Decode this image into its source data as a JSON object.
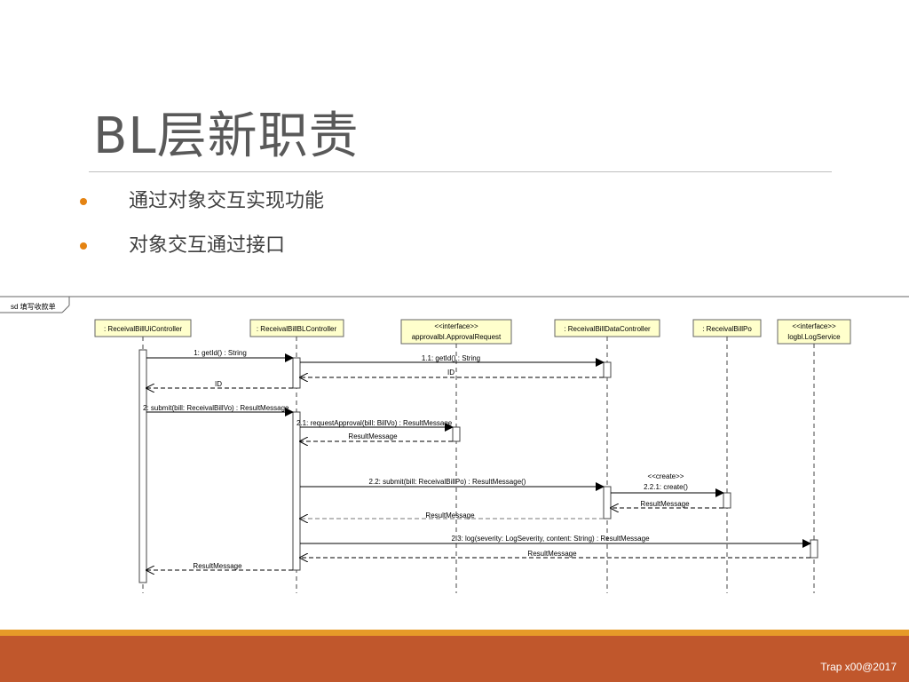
{
  "slide": {
    "title": "BL层新职责",
    "bullets": [
      "通过对象交互实现功能",
      "对象交互通过接口"
    ],
    "footer": "Trap x00@2017"
  },
  "diagram": {
    "frame_label": "sd 填写收款单",
    "lifelines": [
      {
        "id": "ui",
        "label": ": ReceivalBillUiController",
        "stereotype": ""
      },
      {
        "id": "bl",
        "label": ": ReceivalBillBLController",
        "stereotype": ""
      },
      {
        "id": "appr",
        "label": "approvalbl.ApprovalRequest",
        "stereotype": "<<interface>>"
      },
      {
        "id": "data",
        "label": ": ReceivalBillDataController",
        "stereotype": ""
      },
      {
        "id": "po",
        "label": ": ReceivalBillPo",
        "stereotype": ""
      },
      {
        "id": "log",
        "label": "logbl.LogService",
        "stereotype": "<<interface>>"
      }
    ],
    "messages": [
      {
        "from": "ui",
        "to": "bl",
        "label": "1: getId() : String",
        "kind": "call"
      },
      {
        "from": "bl",
        "to": "data",
        "label": "1.1: getId() : String",
        "kind": "call"
      },
      {
        "from": "data",
        "to": "bl",
        "label": "ID",
        "kind": "return"
      },
      {
        "from": "bl",
        "to": "ui",
        "label": "ID",
        "kind": "return"
      },
      {
        "from": "ui",
        "to": "bl",
        "label": "2: submit(bill: ReceivalBillVo) : ResultMessage",
        "kind": "call"
      },
      {
        "from": "bl",
        "to": "appr",
        "label": "2.1: requestApproval(bill: BillVo) : ResultMessage",
        "kind": "call"
      },
      {
        "from": "appr",
        "to": "bl",
        "label": "ResultMessage",
        "kind": "return"
      },
      {
        "from": "bl",
        "to": "data",
        "label": "2.2: submit(bill: ReceivalBillPo) : ResultMessage()",
        "kind": "call"
      },
      {
        "from": "data",
        "to": "po",
        "label": "2.2.1: create()",
        "stereotype": "<<create>>",
        "kind": "call"
      },
      {
        "from": "po",
        "to": "data",
        "label": "ResultMessage",
        "kind": "return"
      },
      {
        "from": "data",
        "to": "bl",
        "label": "ResultMessage",
        "kind": "return"
      },
      {
        "from": "bl",
        "to": "log",
        "label": "2.3: log(severity: LogSeverity, content: String) : ResultMessage",
        "kind": "call"
      },
      {
        "from": "log",
        "to": "bl",
        "label": "ResultMessage",
        "kind": "return"
      },
      {
        "from": "bl",
        "to": "ui",
        "label": "ResultMessage",
        "kind": "return"
      }
    ]
  },
  "colors": {
    "box_fill": "#ffffcc",
    "bullet": "#e48312",
    "band_top": "#e69a28",
    "band": "#c0572c"
  }
}
